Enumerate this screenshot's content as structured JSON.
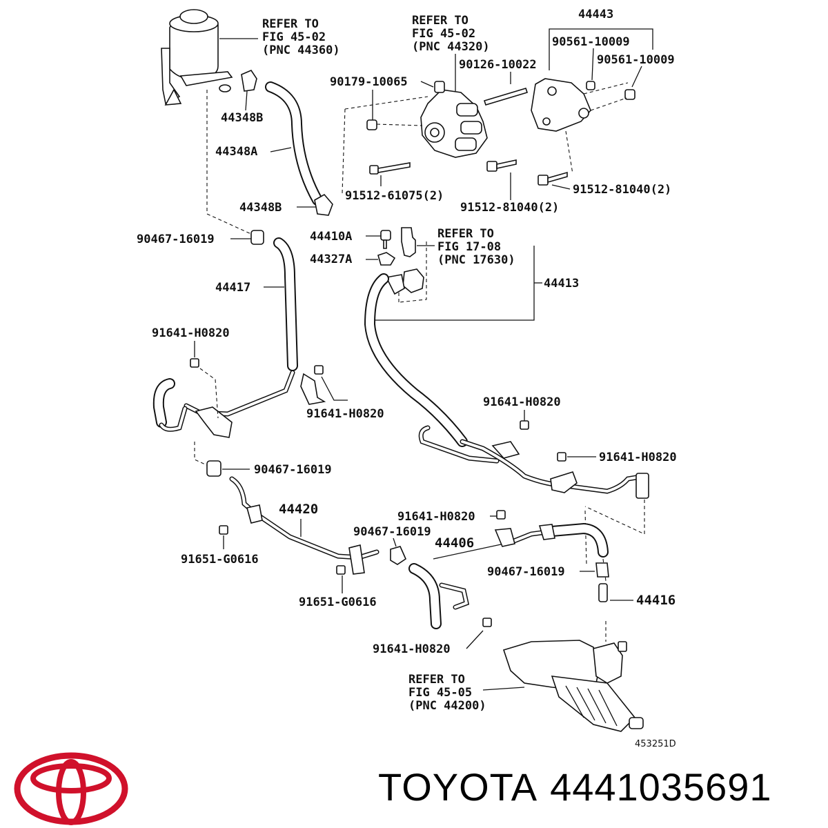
{
  "labels": {
    "refer_reservoir": [
      "REFER TO",
      "FIG 45-02",
      "(PNC 44360)"
    ],
    "refer_pump": [
      "REFER TO",
      "FIG 45-02",
      "(PNC 44320)"
    ],
    "refer_switch": [
      "REFER TO",
      "FIG 17-08",
      "(PNC 17630)"
    ],
    "refer_gear": [
      "REFER TO",
      "FIG 45-05",
      "(PNC 44200)"
    ],
    "p44443": "44443",
    "p90561_a": "90561-10009",
    "p90561_b": "90561-10009",
    "p90126": "90126-10022",
    "p90179": "90179-10065",
    "p44348B_top": "44348B",
    "p44348A": "44348A",
    "p44348B_bottom": "44348B",
    "p91512_61075": "91512-61075(2)",
    "p91512_81040_a": "91512-81040(2)",
    "p91512_81040_b": "91512-81040(2)",
    "p90467_1": "90467-16019",
    "p44410A": "44410A",
    "p44327A": "44327A",
    "p44413": "44413",
    "p44417": "44417",
    "p91641_1": "91641-H0820",
    "p91641_2": "91641-H0820",
    "p91641_3": "91641-H0820",
    "p91641_4": "91641-H0820",
    "p91641_5": "91641-H0820",
    "p91641_6": "91641-H0820",
    "p90467_2": "90467-16019",
    "p90467_3": "90467-16019",
    "p90467_4": "90467-16019",
    "p44420": "44420",
    "p44406": "44406",
    "p44416": "44416",
    "p91651_1": "91651-G0616",
    "p91651_2": "91651-G0616",
    "figure_id": "453251D"
  },
  "footer": {
    "brand": "TOYOTA",
    "part_number": "4441035691"
  },
  "colors": {
    "logo_red": "#d0112b",
    "ink": "#111111"
  }
}
